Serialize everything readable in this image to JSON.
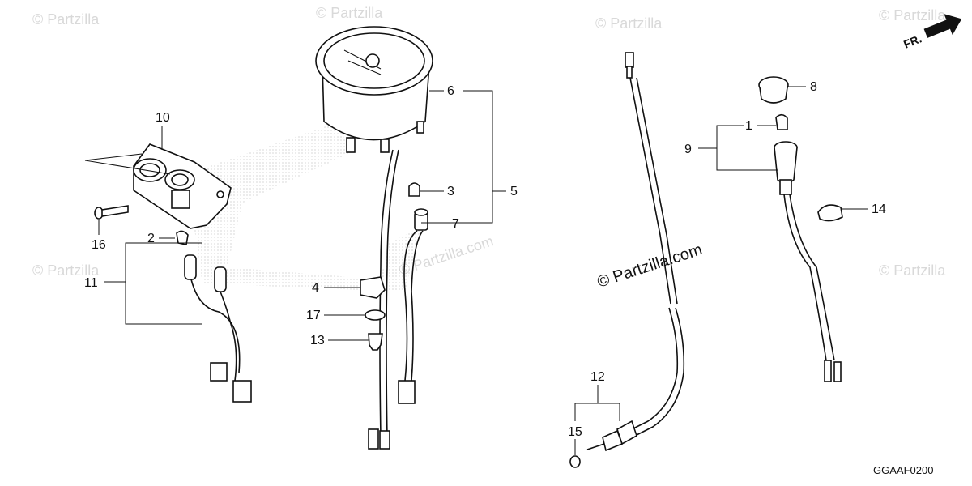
{
  "watermark": "© Partzilla",
  "center_watermark": "© Partzilla.com",
  "direction_label": "FR.",
  "diagram_code": "GGAAF0200",
  "callouts": [
    {
      "id": "c1",
      "label": "1"
    },
    {
      "id": "c2",
      "label": "2"
    },
    {
      "id": "c3",
      "label": "3"
    },
    {
      "id": "c4",
      "label": "4"
    },
    {
      "id": "c5",
      "label": "5"
    },
    {
      "id": "c6",
      "label": "6"
    },
    {
      "id": "c7",
      "label": "7"
    },
    {
      "id": "c8",
      "label": "8"
    },
    {
      "id": "c9",
      "label": "9"
    },
    {
      "id": "c10",
      "label": "10"
    },
    {
      "id": "c11",
      "label": "11"
    },
    {
      "id": "c12",
      "label": "12"
    },
    {
      "id": "c13",
      "label": "13"
    },
    {
      "id": "c14",
      "label": "14"
    },
    {
      "id": "c15",
      "label": "15"
    },
    {
      "id": "c16",
      "label": "16"
    },
    {
      "id": "c17",
      "label": "17"
    }
  ]
}
